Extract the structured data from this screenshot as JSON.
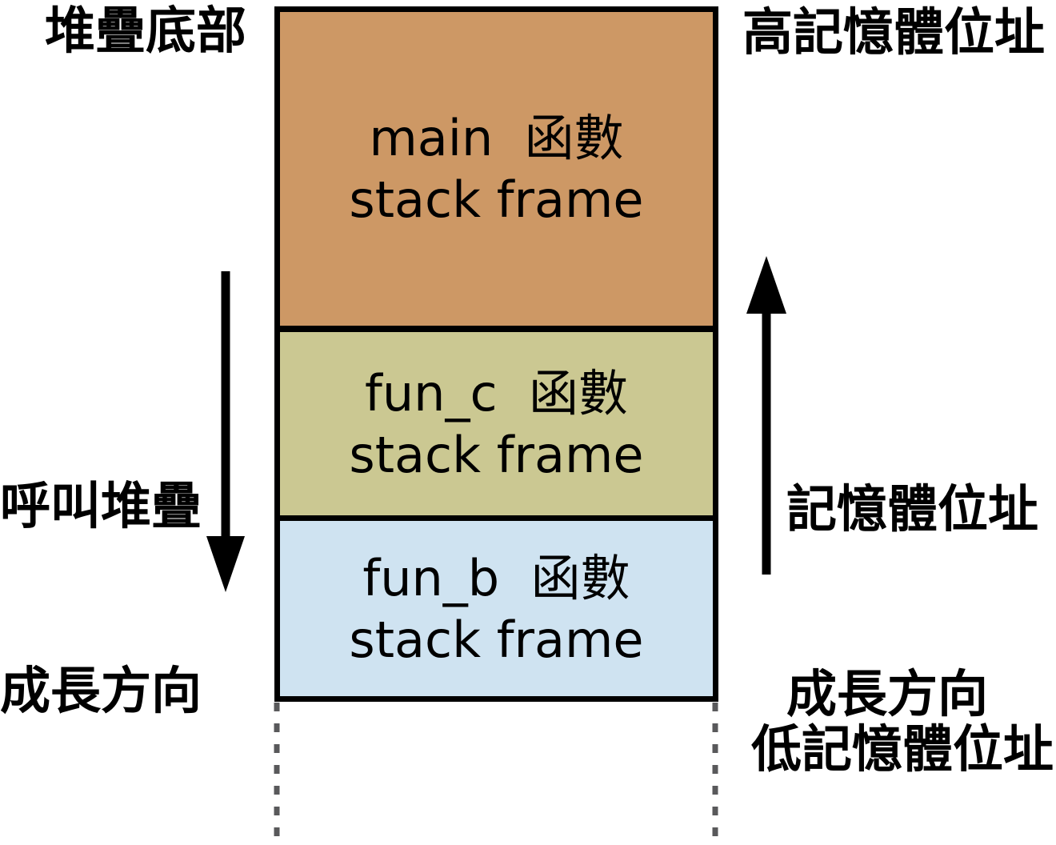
{
  "title": "call-stack growth direction diagram",
  "canvas": {
    "background": "#ffffff",
    "ink": "#000000"
  },
  "corner_labels": {
    "top_left": "堆疊底部",
    "top_right": "高記憶體位址",
    "bottom_right": "低記憶體位址"
  },
  "side_annotations": {
    "left": {
      "line1": "呼叫堆疊",
      "line2": "成長方向",
      "arrow_direction": "down"
    },
    "right": {
      "line1": "記憶體位址",
      "line2": "成長方向",
      "arrow_direction": "up"
    }
  },
  "stack": {
    "border_color": "#000000",
    "frames": [
      {
        "id": "main",
        "line1": "main  函數",
        "line2": "stack frame",
        "fill": "#cd9865"
      },
      {
        "id": "fun_c",
        "line1": "fun_c  函數",
        "line2": "stack frame",
        "fill": "#cbc892"
      },
      {
        "id": "fun_b",
        "line1": "fun_b  函數",
        "line2": "stack frame",
        "fill": "#cfe3f1"
      }
    ]
  },
  "dashed_guides": {
    "color": "#59595b"
  }
}
